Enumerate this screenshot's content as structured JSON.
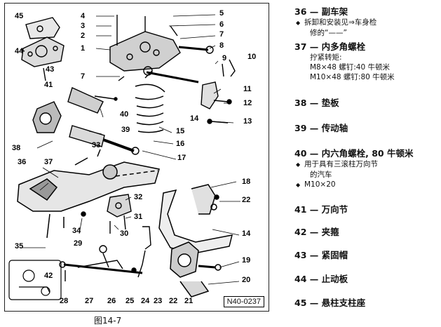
{
  "diagram": {
    "code": "N40-0237",
    "caption": "图14-7",
    "callouts": [
      "45",
      "44",
      "43",
      "4",
      "3",
      "2",
      "1",
      "7",
      "5",
      "6",
      "8",
      "9",
      "10",
      "11",
      "12",
      "13",
      "14",
      "15",
      "16",
      "17",
      "18",
      "22",
      "14",
      "19",
      "20",
      "21",
      "22",
      "23",
      "24",
      "25",
      "26",
      "27",
      "28",
      "29",
      "30",
      "31",
      "32",
      "33",
      "34",
      "35",
      "36",
      "37",
      "38",
      "39",
      "40",
      "41",
      "42"
    ]
  },
  "legend": [
    {
      "title": "36 — 副车架",
      "subs": [
        {
          "text": "拆卸和安装见⇒车身检",
          "bullet": true
        },
        {
          "text": "修的“——”",
          "bullet": false
        }
      ]
    },
    {
      "title": "37 — 内多角螺栓",
      "subs": [
        {
          "text": "拧紧转矩:",
          "bullet": false
        },
        {
          "text": "M8×48 螺钉:40 牛顿米",
          "bullet": false
        },
        {
          "text": "M10×48 螺钉:80 牛顿米",
          "bullet": false
        }
      ]
    },
    {
      "title": "38 — 垫板",
      "subs": []
    },
    {
      "title": "39 — 传动轴",
      "subs": []
    },
    {
      "title": "40 — 内六角螺栓, 80 牛顿米",
      "subs": [
        {
          "text": "用于具有三滚柱万向节",
          "bullet": true
        },
        {
          "text": "的汽车",
          "bullet": false
        },
        {
          "text": "M10×20",
          "bullet": true
        }
      ]
    },
    {
      "title": "41 — 万向节",
      "subs": []
    },
    {
      "title": "42 — 夹箍",
      "subs": []
    },
    {
      "title": "43 — 紧固帽",
      "subs": []
    },
    {
      "title": "44 — 止动板",
      "subs": []
    },
    {
      "title": "45 — 悬柱支柱座",
      "subs": []
    }
  ]
}
